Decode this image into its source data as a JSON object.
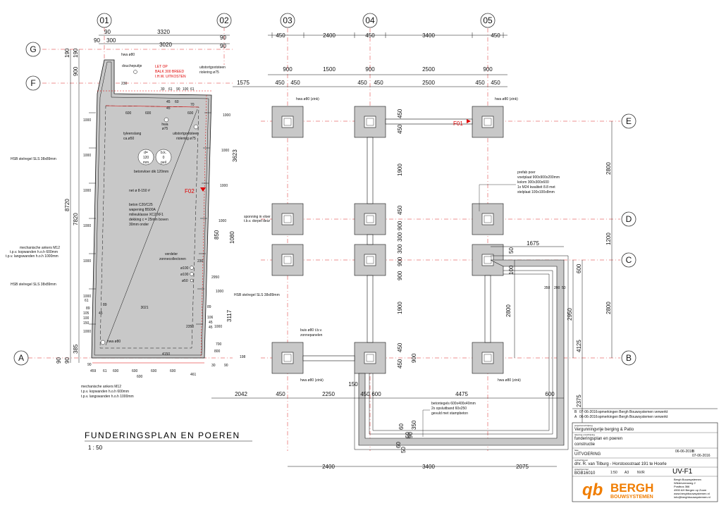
{
  "grid_bubbles": {
    "top": [
      "01",
      "02",
      "03",
      "04",
      "05"
    ],
    "left": [
      "G",
      "F",
      "A"
    ],
    "right": [
      "E",
      "D",
      "C",
      "B"
    ]
  },
  "dims_top": {
    "d90a": "90",
    "d3320": "3320",
    "d90b": "90",
    "d90c": "90",
    "d300": "300",
    "d3020": "3020",
    "d90d": "90",
    "row1": [
      "450",
      "2400",
      "450",
      "3400",
      "450"
    ],
    "row2": [
      "900",
      "1500",
      "900",
      "2500",
      "900"
    ],
    "row3": [
      "1575",
      "450",
      "450",
      "450",
      "450",
      "2500",
      "450",
      "450"
    ]
  },
  "dims_bottom": {
    "row1": [
      "2042",
      "450",
      "2250",
      "450",
      "4475",
      "600"
    ],
    "row2": [
      "2400",
      "3400",
      "2075"
    ],
    "d150": "150",
    "d600": "600"
  },
  "dims_left": [
    "190",
    "190",
    "900",
    "8720",
    "7820",
    "90",
    "90",
    "385"
  ],
  "dims_right": [
    "2800",
    "1200",
    "2800",
    "4125",
    "600",
    "2375",
    "600",
    "3623",
    "1080",
    "850",
    "3117"
  ],
  "dims_col04": [
    "450",
    "450",
    "1900",
    "450",
    "900",
    "300",
    "300",
    "900",
    "900",
    "1900",
    "450",
    "450",
    "900"
  ],
  "dims_right_extra": {
    "d50": "50",
    "d1675": "1675",
    "d100": "100",
    "d350": "350",
    "d200": "200",
    "d50b": "50",
    "d2800": "2800",
    "d2950": "2950"
  },
  "dims_bottom_extra": {
    "d60a": "60",
    "d60b": "60",
    "d50c": "50",
    "d350b": "350",
    "d60c": "60",
    "d90e": "90"
  },
  "annotations_left": {
    "hwa_top": "hwa ø80",
    "douchep": "douchepuitje",
    "letop": [
      "LET OP",
      "BALK 300 BREED",
      "I.H.W. UITKOSTEN"
    ],
    "uitstort1": [
      "uitstortgootsteen",
      "riolering ø75"
    ],
    "hwa75": [
      "hwa",
      "ø75"
    ],
    "tylees": [
      "tyleenslang",
      "ca.ø50"
    ],
    "uitstort2": [
      "uitstortgootsteen",
      "riolering ø75"
    ],
    "circles": [
      [
        "d=",
        "120",
        "mm"
      ],
      [
        "b.k.",
        "0",
        "peil"
      ]
    ],
    "betonvloer": "betonvloer dik 120mm",
    "net": "net  ø 8-150 #",
    "f02": "F02",
    "beton": [
      "beton C20/C25",
      "wapening B500A",
      "milieuklasse XC2/XF1",
      "dekking c = 25mm boven",
      "              30mm onder"
    ],
    "verdeler": [
      "verdeler",
      "zonnecollectoren"
    ],
    "pipes": [
      "ø100",
      "ø100",
      "ø50"
    ],
    "sponning": [
      "sponning in vloer",
      "t.b.v. dorpel deur"
    ],
    "hsb_right": "HSB stelregel SLS 38x89mm",
    "hsb_left1": "HSB stelregel SLS 38x89mm",
    "hsb_left2": "HSB stelregel SLS 38x89mm",
    "anker_left": [
      "mechanische ankers M12",
      "t.p.v. kopwanden h.o.h 600mm",
      "t.p.v. langswanden h.o.h 1000mm"
    ],
    "anker_bottom": [
      "mechanische ankers M12",
      "t.p.v. kopwanden h.o.h 600mm",
      "t.p.v. langswanden h.o.h 1000mm"
    ],
    "hwa_bottom": "hwa ø80",
    "inner3021": "3021",
    "inner89": "89",
    "top_small": [
      "230",
      "30",
      "61",
      "90",
      "100",
      "61",
      "45",
      "60",
      "600",
      "600",
      "600",
      "45",
      "70"
    ],
    "left_small": [
      "1000",
      "1000",
      "1000",
      "1000",
      "1000",
      "1000",
      "1000",
      "61",
      "105",
      "89",
      "45",
      "150",
      "100"
    ],
    "right_small": [
      "1000",
      "1000",
      "1000",
      "1000",
      "1000",
      "1000",
      "2950",
      "230",
      "2350",
      "106",
      "45",
      "89",
      "700",
      "800",
      "45"
    ],
    "bottom_small": [
      "459",
      "61",
      "600",
      "600",
      "600",
      "600",
      "600",
      "461",
      "4150",
      "90",
      "30",
      "198",
      "90"
    ]
  },
  "annotations_right": {
    "hwa_zink_tl": "hwa ø80 (zink)",
    "hwa_zink_tr": "hwa ø80 (zink)",
    "f01": "F01",
    "prefab": [
      "prefab poer",
      "voetplaat 900x900x200mm",
      "kolom 300x300x600",
      "1x M24 kwaliteit 8.8 met",
      "stelplaat 100x100x8mm"
    ],
    "buis": [
      "buis ø80 t.b.v.",
      "zonnepanelen"
    ],
    "hwa_zink_bl": "hwa ø80 (zink)",
    "hwa_zink_br": "hwa ø80 (zink)",
    "betontegels": [
      "betontegels 600x400x40mm",
      "2x opsluitband 60x250",
      "gevuld met stampbeton"
    ]
  },
  "drawing_title": "FUNDERINGSPLAN EN POEREN",
  "scale": "1 : 50",
  "title_block": {
    "rev_b": {
      "letter": "B",
      "date": "07-06-2016",
      "text": "opmerkingen Bergh Bouwsystemen verwerkt"
    },
    "rev_a": {
      "letter": "A",
      "date": "06-06-2016",
      "text": "opmerkingen Bergh Bouwsystemen verwerkt"
    },
    "project_label": "projectomschrijving",
    "project": "Vergunningvrije berging & Patio",
    "content_label": "tekening omschrijving",
    "content1": "funderingsplan en poeren",
    "content2": "constructie",
    "fase_label": "fase",
    "fase": "UITVOERING",
    "client_label": "opdrachtgever",
    "client": "dhr. R. van Tilburg - Horstoosstraat 191 te Hoorle",
    "project_nr_label": "projectnummer",
    "project_nr": "BGB16010",
    "cells_small": [
      "1:50",
      "A3",
      "NVR",
      "06-06-2016",
      "B",
      "07-06-2016"
    ],
    "sheet": "UV-F1",
    "company_lines": [
      "Bergh Bouwsystemen",
      "Wilderveenweg 2",
      "Postbus 366",
      "4900 AH Bergen op Zoom",
      "www.berghbouwsystemen.nl",
      "info@berghbouwsystemen.nl"
    ],
    "logo_word": "BERGH",
    "logo_sub": "BOUWSYSTEMEN",
    "logo_mark": "qb"
  },
  "colors": {
    "concrete": "#c8c8c8",
    "red": "#e00000",
    "line": "#111111",
    "bubble": "#333333",
    "logo": "#f07d00"
  }
}
